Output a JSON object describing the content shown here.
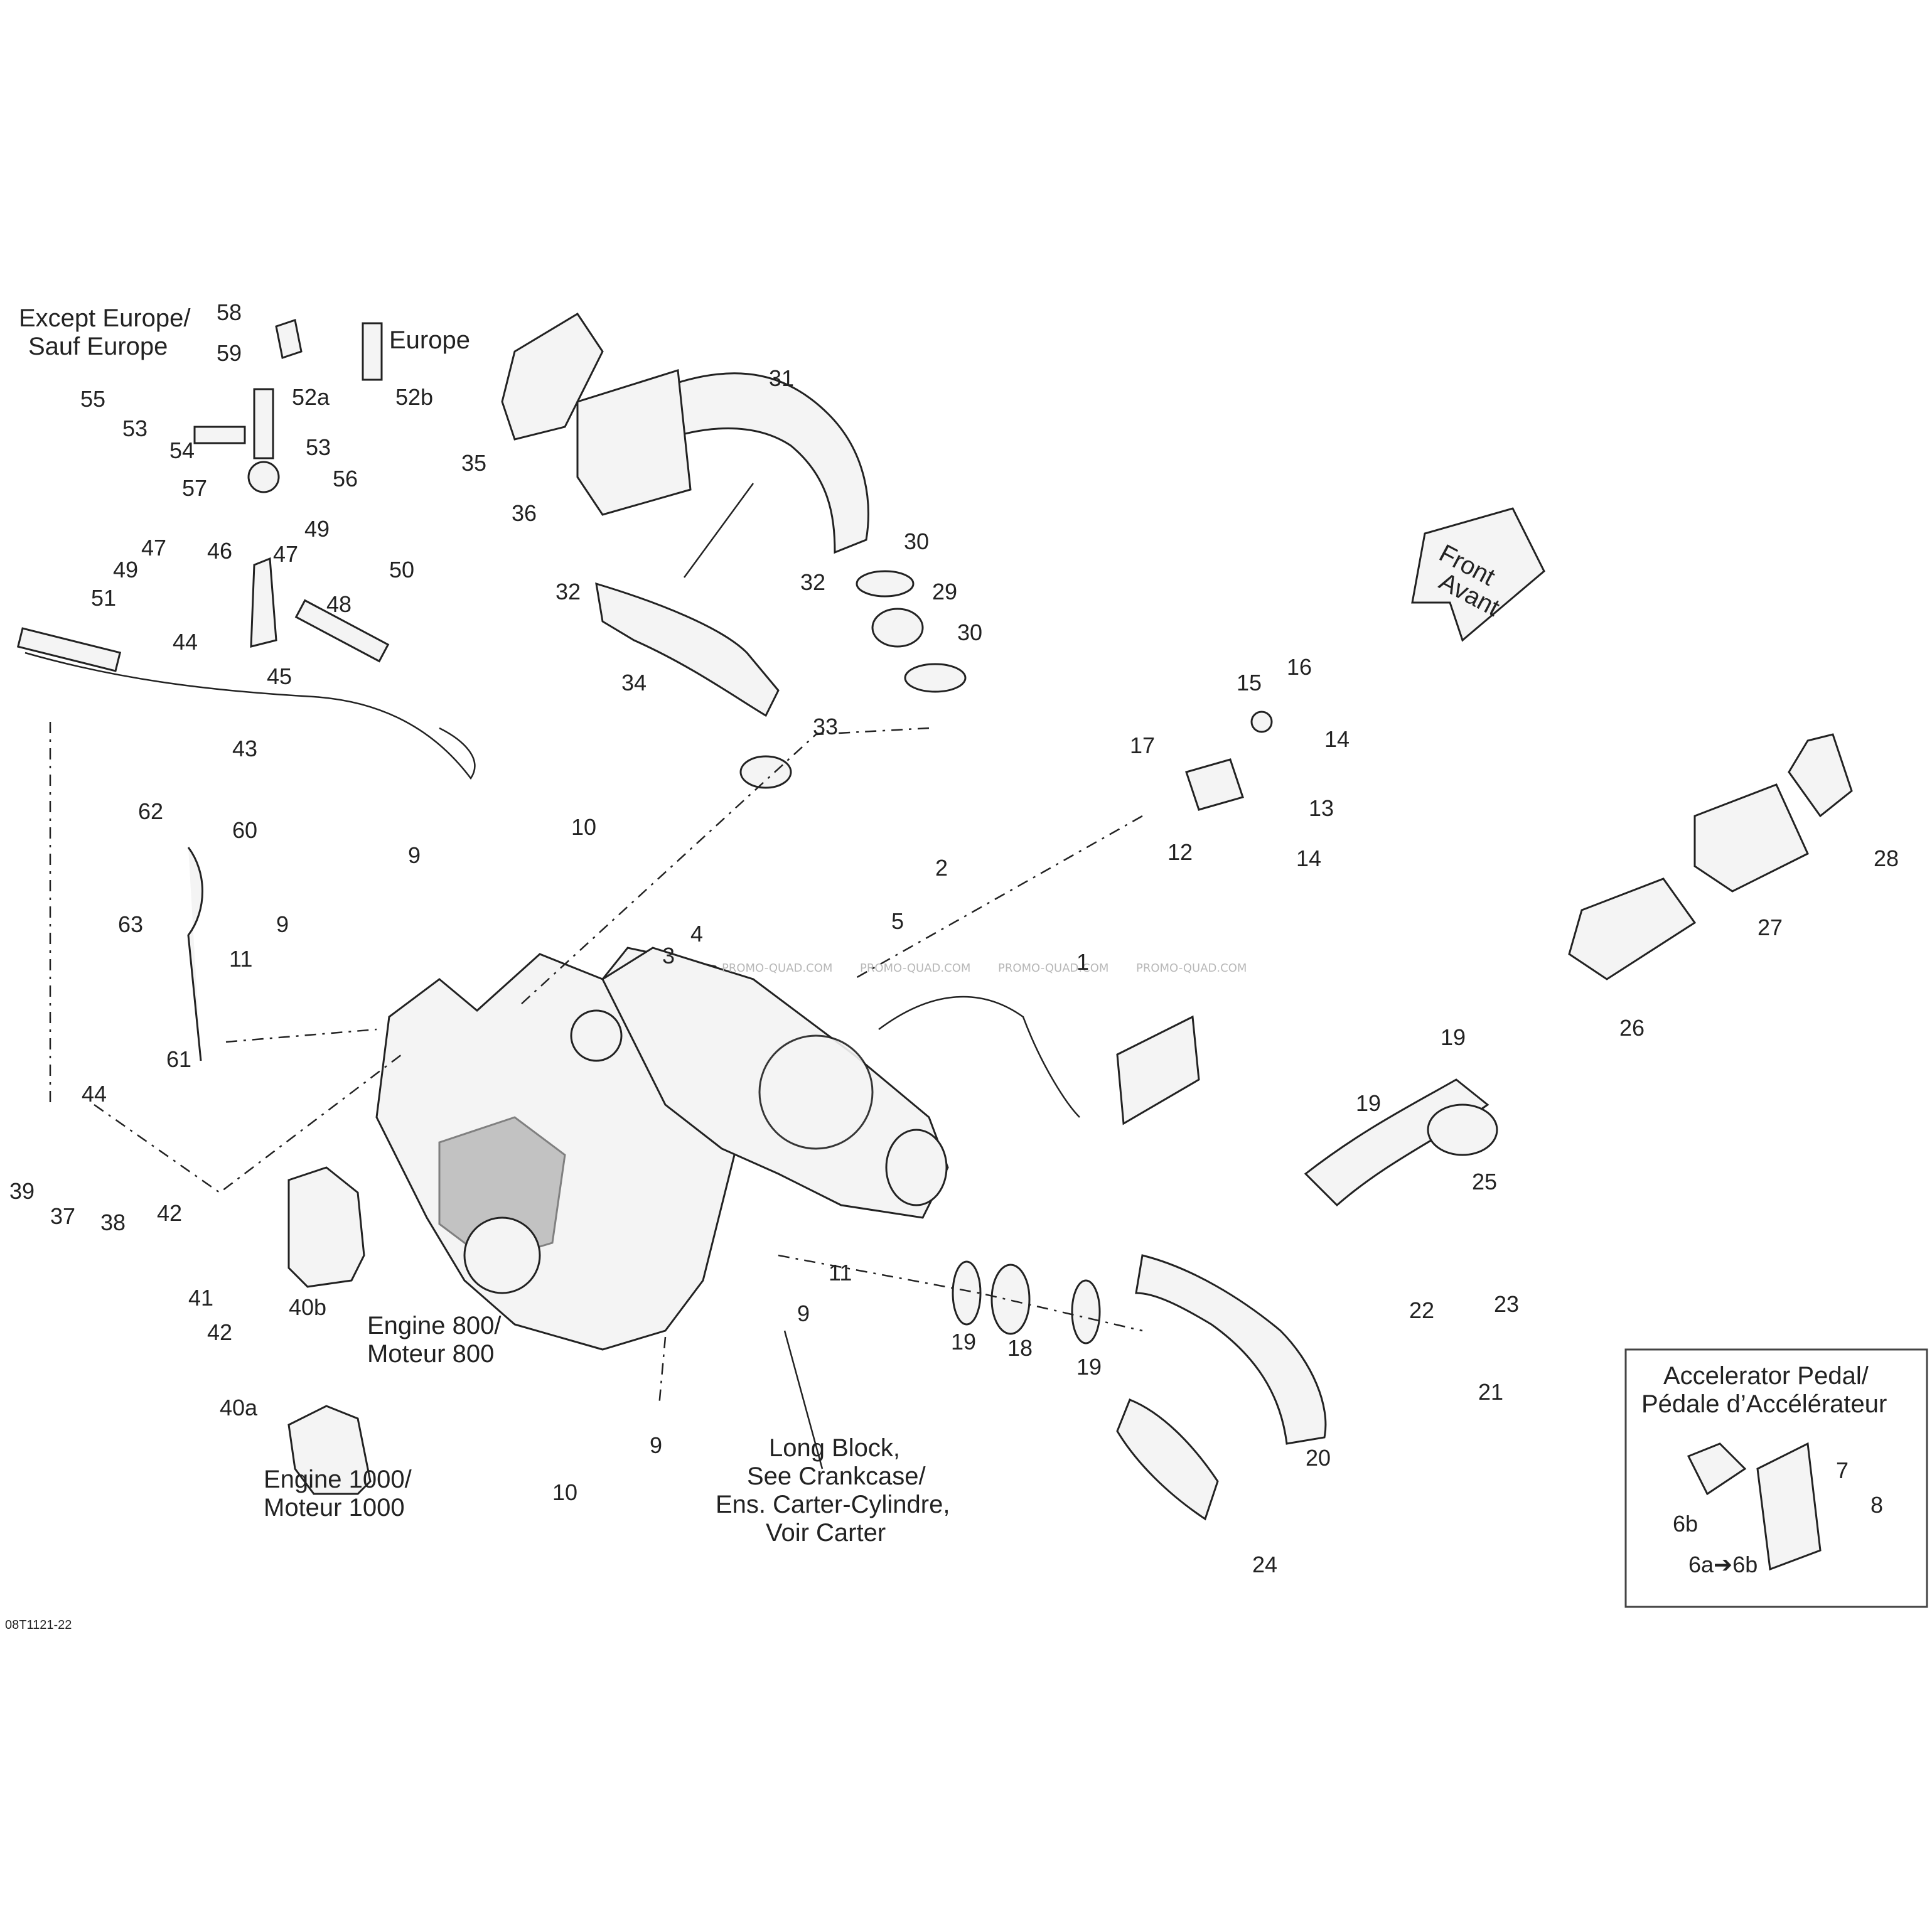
{
  "headings": {
    "except_europe": [
      "Except Europe/",
      "Sauf Europe"
    ],
    "europe": "Europe",
    "engine_800": [
      "Engine 800/",
      "Moteur 800"
    ],
    "engine_1000": [
      "Engine 1000/",
      "Moteur 1000"
    ],
    "long_block": [
      "Long Block,",
      "See Crankcase/",
      "Ens. Carter-Cylindre,",
      "Voir Carter"
    ],
    "front": [
      "Front",
      "Avant"
    ],
    "accelerator": [
      "Accelerator Pedal/",
      "Pédale d’Accélérateur"
    ],
    "figure_code": "08T1121-22",
    "watermark": "PROMO-QUAD.COM"
  },
  "callouts": {
    "c1": "1",
    "c2": "2",
    "c3": "3",
    "c4": "4",
    "c5": "5",
    "c6b": "6b",
    "c6a6b": "6a➔6b",
    "c7": "7",
    "c8": "8",
    "c9": "9",
    "c10": "10",
    "c11": "11",
    "c12": "12",
    "c13": "13",
    "c14": "14",
    "c15": "15",
    "c16": "16",
    "c17": "17",
    "c18": "18",
    "c19": "19",
    "c20": "20",
    "c21": "21",
    "c22": "22",
    "c23": "23",
    "c24": "24",
    "c25": "25",
    "c26": "26",
    "c27": "27",
    "c28": "28",
    "c29": "29",
    "c30": "30",
    "c31": "31",
    "c32": "32",
    "c33": "33",
    "c34": "34",
    "c35": "35",
    "c36": "36",
    "c37": "37",
    "c38": "38",
    "c39": "39",
    "c40a": "40a",
    "c40b": "40b",
    "c41": "41",
    "c42": "42",
    "c43": "43",
    "c44": "44",
    "c45": "45",
    "c46": "46",
    "c47": "47",
    "c48": "48",
    "c49": "49",
    "c50": "50",
    "c51": "51",
    "c52a": "52a",
    "c52b": "52b",
    "c53": "53",
    "c54": "54",
    "c55": "55",
    "c56": "56",
    "c57": "57",
    "c58": "58",
    "c59": "59",
    "c60": "60",
    "c61": "61",
    "c62": "62",
    "c63": "63"
  }
}
